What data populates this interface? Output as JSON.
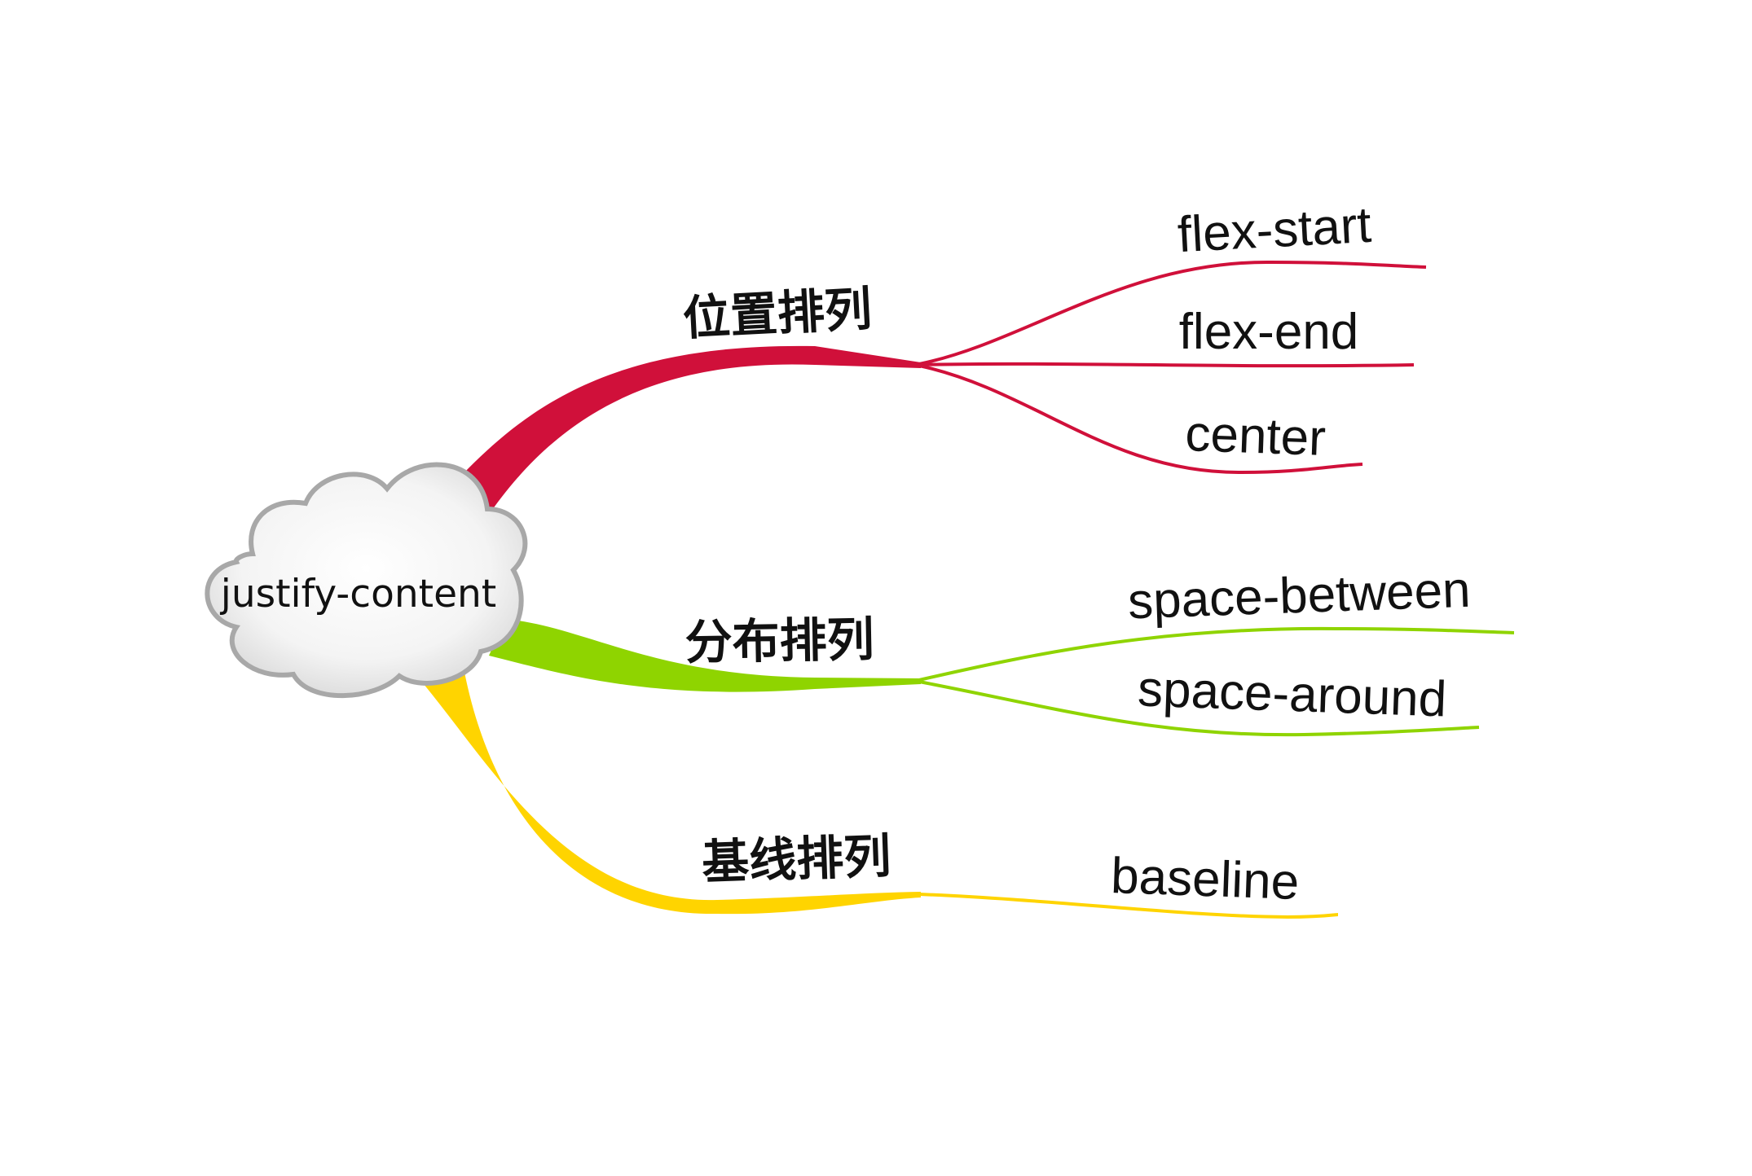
{
  "root": {
    "label": "justify-content"
  },
  "branches": [
    {
      "label": "位置排列",
      "color": "#d0103a",
      "leaves": [
        "flex-start",
        "flex-end",
        "center"
      ]
    },
    {
      "label": "分布排列",
      "color": "#8fd400",
      "leaves": [
        "space-between",
        "space-around"
      ]
    },
    {
      "label": "基线排列",
      "color": "#ffd400",
      "leaves": [
        "baseline"
      ]
    }
  ]
}
